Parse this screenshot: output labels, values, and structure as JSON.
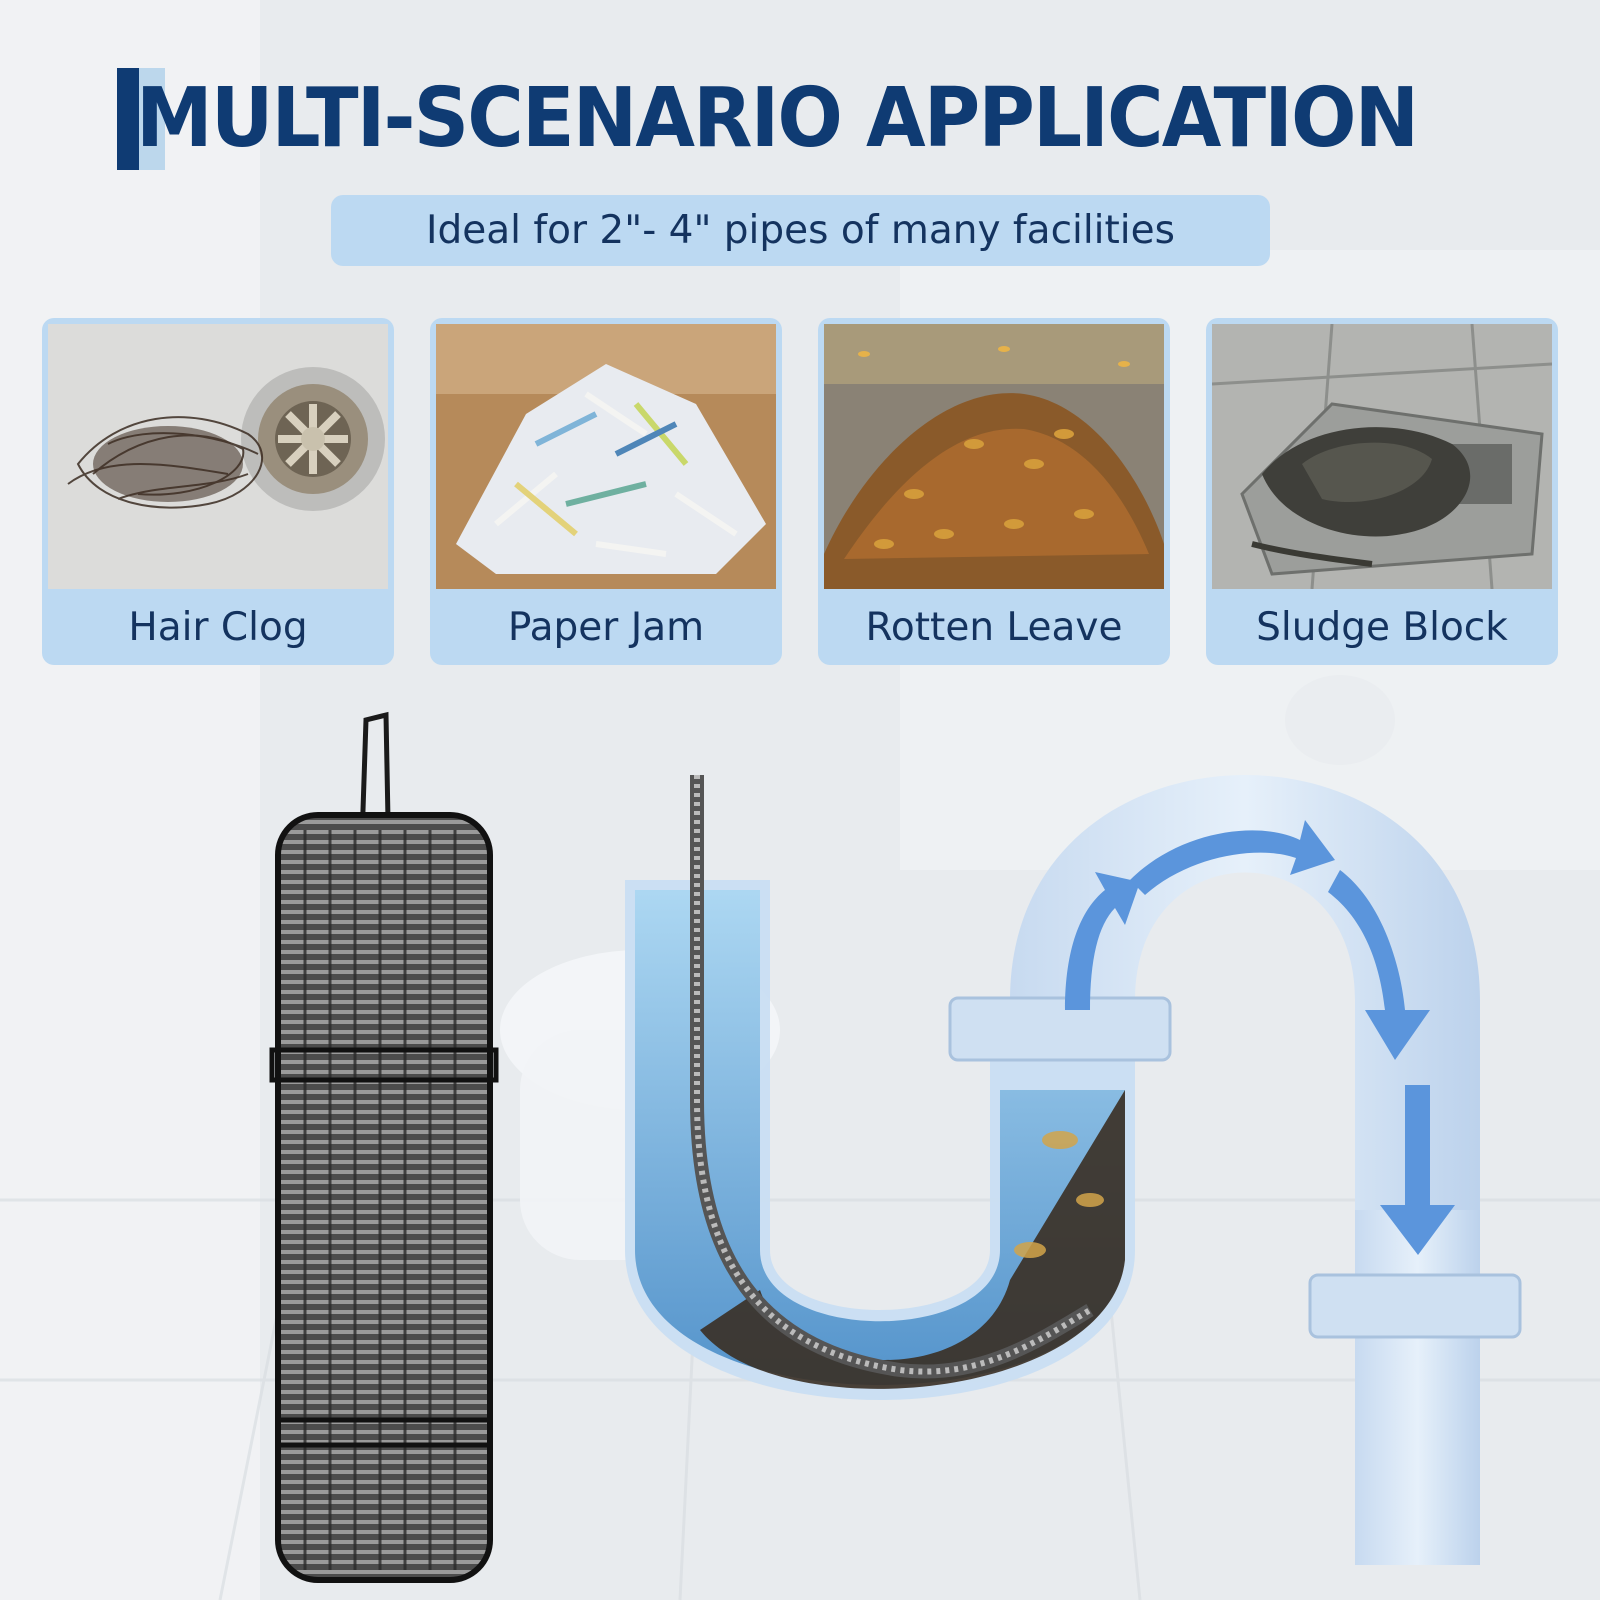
{
  "header": {
    "title": "MULTI-SCENARIO APPLICATION",
    "subtitle": "Ideal for 2\"- 4\" pipes of many facilities"
  },
  "scenarios": [
    {
      "label": "Hair Clog",
      "icon": "hair-clog-photo"
    },
    {
      "label": "Paper Jam",
      "icon": "paper-jam-photo"
    },
    {
      "label": "Rotten Leave",
      "icon": "rotten-leaves-photo"
    },
    {
      "label": "Sludge Block",
      "icon": "sludge-block-photo"
    }
  ],
  "colors": {
    "title": "#0f3b73",
    "accent_panel": "#bcd9f2",
    "label_text": "#14335f",
    "pipe": "#dbe9f7",
    "flow_arrow": "#5b95dc"
  }
}
